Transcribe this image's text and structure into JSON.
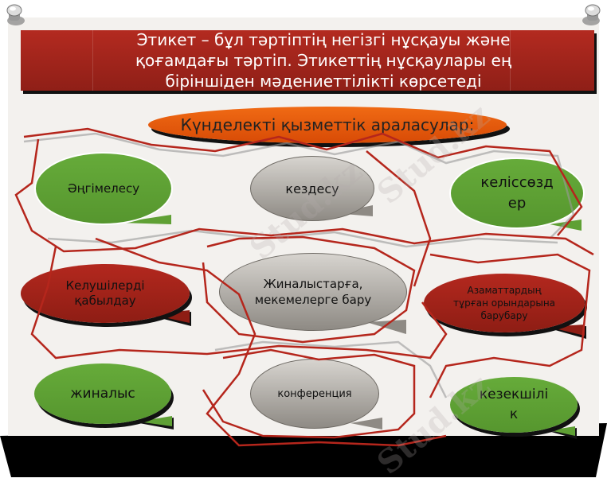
{
  "title": {
    "text": "Этикет – бұл тәртіптің негізгі нұсқауы және\nқоғамдағы тәртіп. Этикеттің нұсқаулары ең\nбіріншіден мәдениеттілікті көрсетеді",
    "color": "#a32419"
  },
  "subtitle": {
    "text": "Күнделекті қызметтік араласулар:",
    "color": "#e85a0c"
  },
  "bubbles": [
    {
      "id": "angimelesu",
      "label": "Әңгімелесу",
      "color": "green"
    },
    {
      "id": "kezdesu",
      "label": "кездесу",
      "color": "gray"
    },
    {
      "id": "kelissozder",
      "label": "келіссөзд\nер",
      "color": "green"
    },
    {
      "id": "kelushilerdi",
      "label": "Келушілерді\nқабылдау",
      "color": "red"
    },
    {
      "id": "zhinalystarga",
      "label": "Жиналыстарға,\nмекемелерге бару",
      "color": "gray"
    },
    {
      "id": "azamattardyn",
      "label": "Азаматтардың\nтұрған орындарына\nбарубару",
      "color": "red"
    },
    {
      "id": "zhinalys",
      "label": "жиналыс",
      "color": "green"
    },
    {
      "id": "konferentsiya",
      "label": "конференция",
      "color": "gray"
    },
    {
      "id": "kezekshilik",
      "label": "кезекшілі\nк",
      "color": "green"
    }
  ],
  "watermark": "Stud.kz",
  "colors": {
    "green": "#5fa034",
    "red": "#a3241a",
    "gray": "#b8b4ae",
    "scribble": "#b5261c"
  }
}
